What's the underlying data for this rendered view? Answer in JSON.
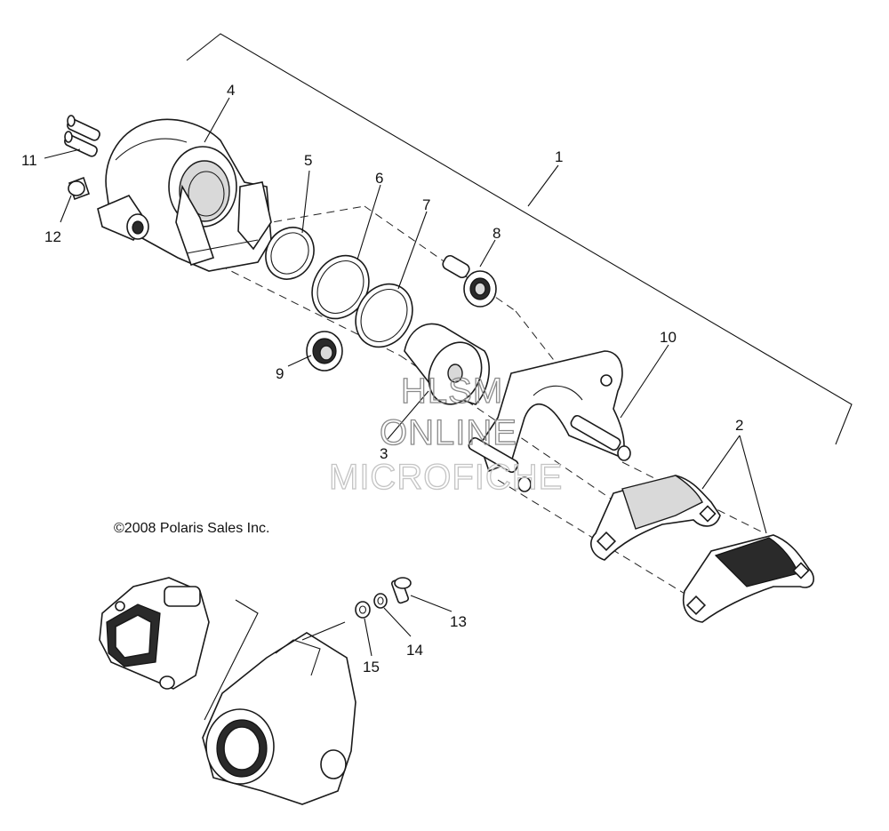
{
  "copyright": "©2008 Polaris Sales Inc.",
  "watermark": {
    "line1": "HLSM",
    "line2": "ONLINE",
    "line3": "MICROFICHE"
  },
  "callouts": {
    "c1": "1",
    "c2": "2",
    "c3": "3",
    "c4": "4",
    "c5": "5",
    "c6": "6",
    "c7": "7",
    "c8": "8",
    "c9": "9",
    "c10": "10",
    "c11": "11",
    "c12": "12",
    "c13": "13",
    "c14": "14",
    "c15": "15"
  }
}
